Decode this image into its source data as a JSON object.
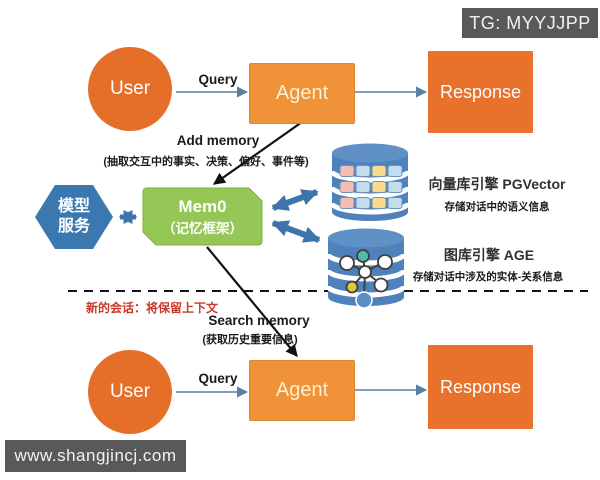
{
  "watermark_top": {
    "label": "TG: MYYJJPP"
  },
  "watermark_bottom": {
    "label": "www.shangjincj.com"
  },
  "top_flow": {
    "user": "User",
    "query": "Query",
    "agent": "Agent",
    "response": "Response"
  },
  "add_memory": {
    "label": "Add memory",
    "note": "(抽取交互中的事实、决策、偏好、事件等)"
  },
  "model_service": {
    "line1": "模型",
    "line2": "服务"
  },
  "mem0": {
    "title": "Mem0",
    "subtitle": "（记忆框架）"
  },
  "vector_db": {
    "title": "向量库引擎 PGVector",
    "desc": "存储对话中的语义信息"
  },
  "graph_db": {
    "title": "图库引擎 AGE",
    "desc": "存储对话中涉及的实体-关系信息"
  },
  "session_note": {
    "label": "新的会话：将保留上下文"
  },
  "search_memory": {
    "label": "Search memory",
    "note": "(获取历史重要信息)"
  },
  "bottom_flow": {
    "user": "User",
    "query": "Query",
    "agent": "Agent",
    "response": "Response"
  },
  "colors": {
    "orange_dark": "#e56f28",
    "orange_light": "#ef9238",
    "steel_blue": "#3c74ab",
    "cylinder_blue": "#4f81bd",
    "green": "#95c656",
    "note_red": "#c9392b",
    "badge_gray": "#58595b"
  }
}
